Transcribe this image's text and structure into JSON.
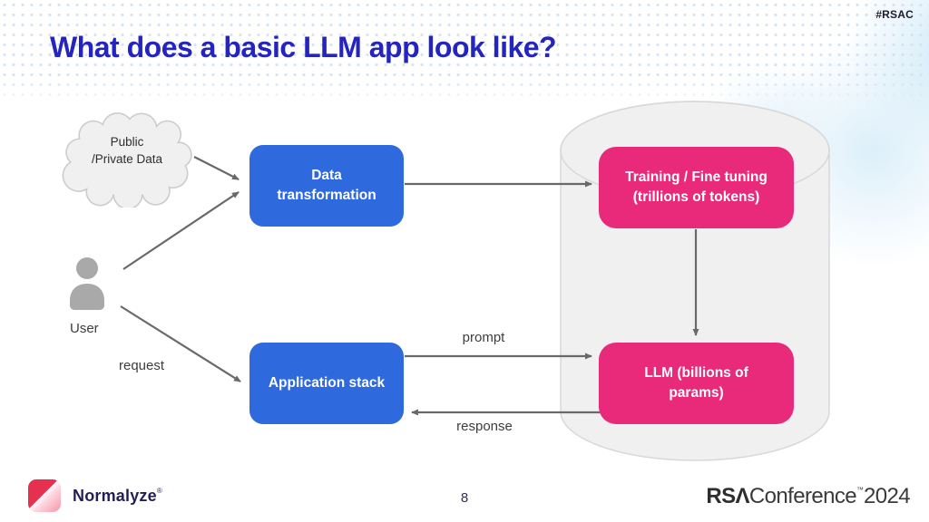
{
  "colors": {
    "title": "#2424be",
    "hashtag": "#1c1c30",
    "blue_box": "#2e6ade",
    "pink_box": "#e92a7b",
    "box_text": "#ffffff",
    "cylinder_fill": "#f0f0f0",
    "cylinder_stroke": "#d8d8d8",
    "cloud_fill": "#f0f0f0",
    "cloud_stroke": "#cccccc",
    "user_icon": "#a9a9a9",
    "arrow": "#696969",
    "label": "#3d3d3d",
    "dots": "#d5e4f2",
    "normalyze_navy": "#221f54",
    "normalyze_red": "#e5304f",
    "rsa_dark": "#2e2e2e"
  },
  "slide": {
    "hashtag": "#RSAC",
    "title": "What does a basic LLM app look like?",
    "page_number": "8"
  },
  "diagram": {
    "cloud": [
      "Public",
      "/Private Data"
    ],
    "user_label": "User",
    "boxes": {
      "data_transformation": [
        "Data",
        "transformation"
      ],
      "application_stack": [
        "Application stack"
      ],
      "training": [
        "Training / Fine tuning",
        "(trillions of tokens)"
      ],
      "llm": [
        "LLM (billions of",
        "params)"
      ]
    },
    "edge_labels": {
      "request": "request",
      "prompt": "prompt",
      "response": "response"
    }
  },
  "footer": {
    "normalyze": {
      "name": "Normalyze",
      "reg": "®"
    },
    "rsa": {
      "bold": "RSΛ",
      "light": "Conference",
      "tm": "™",
      "year": "2024"
    }
  }
}
